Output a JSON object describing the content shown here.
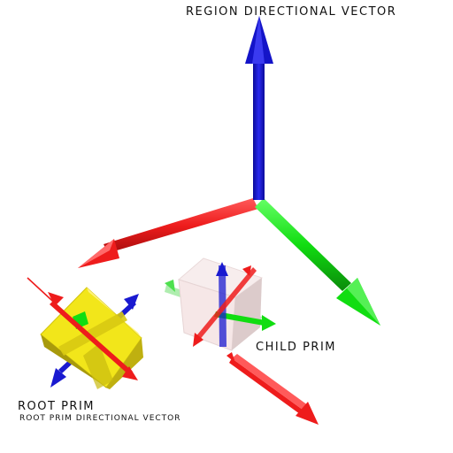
{
  "labels": {
    "region_vector": "REGION DIRECTIONAL VECTOR",
    "child_prim": "CHILD PRIM",
    "root_prim": "ROOT PRIM",
    "root_prim_vector": "ROOT PRIM DIRECTIONAL VECTOR"
  },
  "colors": {
    "axis_x": "#ee1c1c",
    "axis_y": "#11dd11",
    "axis_z": "#1111cc",
    "root_prim": "#f2e61a",
    "child_prim": "#f4e6e6"
  }
}
